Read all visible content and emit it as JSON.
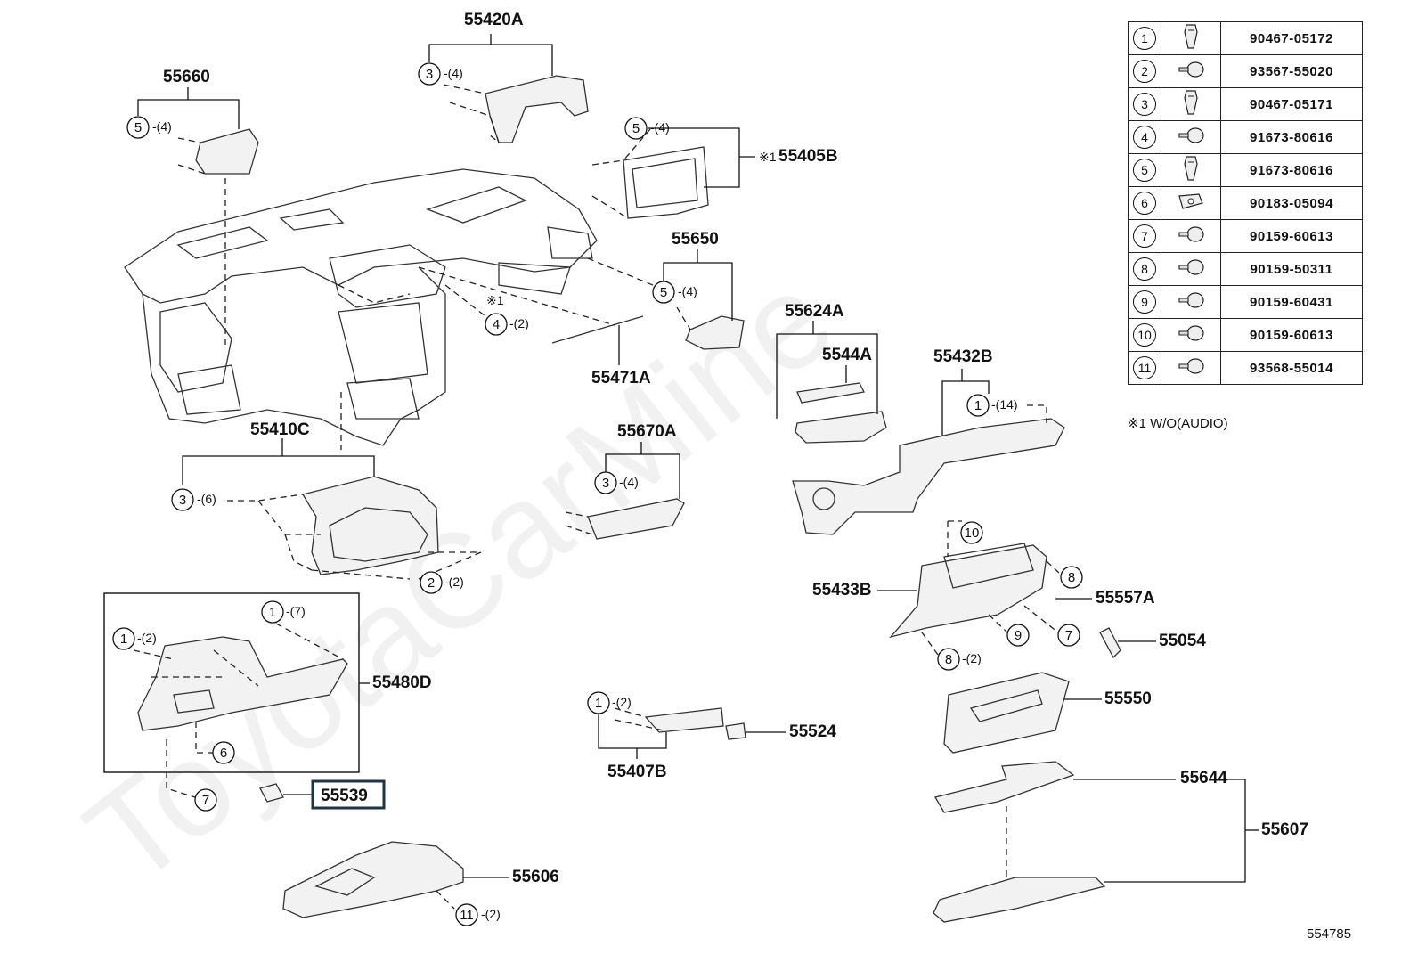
{
  "watermark": "ToyotaCarMine",
  "diagram_id": "554785",
  "note": "※1 W/O(AUDIO)",
  "fasteners": [
    {
      "num": "1",
      "part_no": "90467-05172",
      "icon": "clip-icon"
    },
    {
      "num": "2",
      "part_no": "93567-55020",
      "icon": "screw-icon"
    },
    {
      "num": "3",
      "part_no": "90467-05171",
      "icon": "clip-icon"
    },
    {
      "num": "4",
      "part_no": "91673-80616",
      "icon": "screw-icon"
    },
    {
      "num": "5",
      "part_no": "91673-80616",
      "icon": "clip-icon"
    },
    {
      "num": "6",
      "part_no": "90183-05094",
      "icon": "nut-clip-icon"
    },
    {
      "num": "7",
      "part_no": "90159-60613",
      "icon": "screw-icon"
    },
    {
      "num": "8",
      "part_no": "90159-50311",
      "icon": "screw-icon"
    },
    {
      "num": "9",
      "part_no": "90159-60431",
      "icon": "screw-icon"
    },
    {
      "num": "10",
      "part_no": "90159-60613",
      "icon": "screw-icon"
    },
    {
      "num": "11",
      "part_no": "93568-55014",
      "icon": "screw-icon"
    }
  ],
  "parts": {
    "p55420A": "55420A",
    "p55660": "55660",
    "p55405B": "55405B",
    "p55405B_mark": "※1",
    "p55650": "55650",
    "p55471A": "55471A",
    "p55624A": "55624A",
    "p5544A": "5544A",
    "p55432B": "55432B",
    "p55410C": "55410C",
    "p55670A": "55670A",
    "p55433B": "55433B",
    "p55557A": "55557A",
    "p55054": "55054",
    "p55480D": "55480D",
    "p55550": "55550",
    "p55524": "55524",
    "p55407B": "55407B",
    "p55539": "55539",
    "p55644": "55644",
    "p55607": "55607",
    "p55606": "55606"
  },
  "callouts": {
    "c55420A": {
      "num": "3",
      "qty": "-(4)"
    },
    "c55660": {
      "num": "5",
      "qty": "-(4)"
    },
    "c55405B": {
      "num": "5",
      "qty": "-(4)"
    },
    "c55650": {
      "num": "5",
      "qty": "-(4)"
    },
    "c_dash_4": {
      "num": "4",
      "qty": "-(2)",
      "mark": "※1"
    },
    "c55432B": {
      "num": "1",
      "qty": "-(14)"
    },
    "c55410C": {
      "num": "3",
      "qty": "-(6)"
    },
    "c55670A": {
      "num": "3",
      "qty": "-(4)"
    },
    "c_dash_2": {
      "num": "2",
      "qty": "-(2)"
    },
    "c_glove_1a": {
      "num": "1",
      "qty": "-(7)"
    },
    "c_glove_1b": {
      "num": "1",
      "qty": "-(2)"
    },
    "c_glove_6": {
      "num": "6",
      "qty": ""
    },
    "c_glove_7": {
      "num": "7",
      "qty": ""
    },
    "c55407B": {
      "num": "1",
      "qty": "-(2)"
    },
    "c_box_10": {
      "num": "10",
      "qty": ""
    },
    "c_box_8a": {
      "num": "8",
      "qty": ""
    },
    "c_box_9": {
      "num": "9",
      "qty": ""
    },
    "c_box_7": {
      "num": "7",
      "qty": ""
    },
    "c_box_8b": {
      "num": "8",
      "qty": "-(2)"
    },
    "c55606": {
      "num": "11",
      "qty": "-(2)"
    }
  }
}
